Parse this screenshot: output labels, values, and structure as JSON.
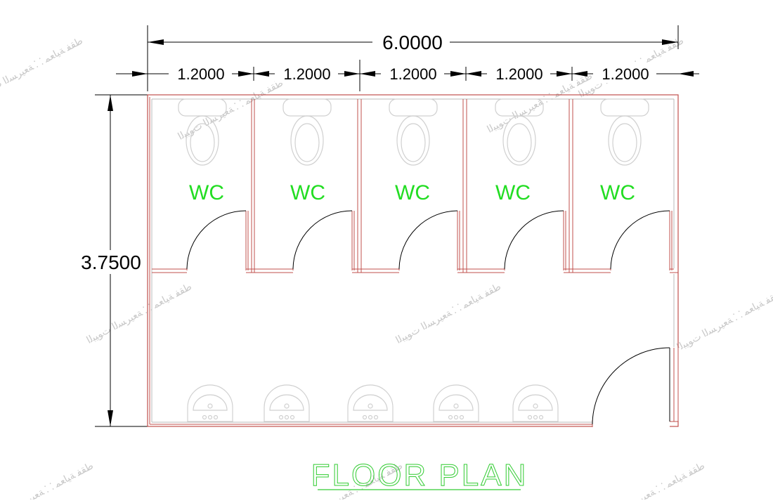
{
  "dimensions": {
    "total_width": "6.0000",
    "segments": [
      "1.2000",
      "1.2000",
      "1.2000",
      "1.2000",
      "1.2000"
    ],
    "depth": "3.7500"
  },
  "rooms": [
    "WC",
    "WC",
    "WC",
    "WC",
    "WC"
  ],
  "title": "FLOOR PLAN",
  "watermark": "ﻃﻘﻔ ﺔﻴﺎﻌﻤ ⸬ ﺔﻌﻴﺮﺴﻟﺍ ﺕﻮﻴﺒﻟﺍ",
  "colors": {
    "wall_outer": "#c0504d",
    "wall_inner": "#b8b8b8",
    "room_label": "#22dd22",
    "title": "#33cc33",
    "dimension": "#000000",
    "fixture": "#d0d0d0",
    "door": "#000000"
  },
  "icons": [
    "toilet-icon",
    "washbasin-icon",
    "door-swing-icon",
    "dimension-arrow-icon"
  ]
}
